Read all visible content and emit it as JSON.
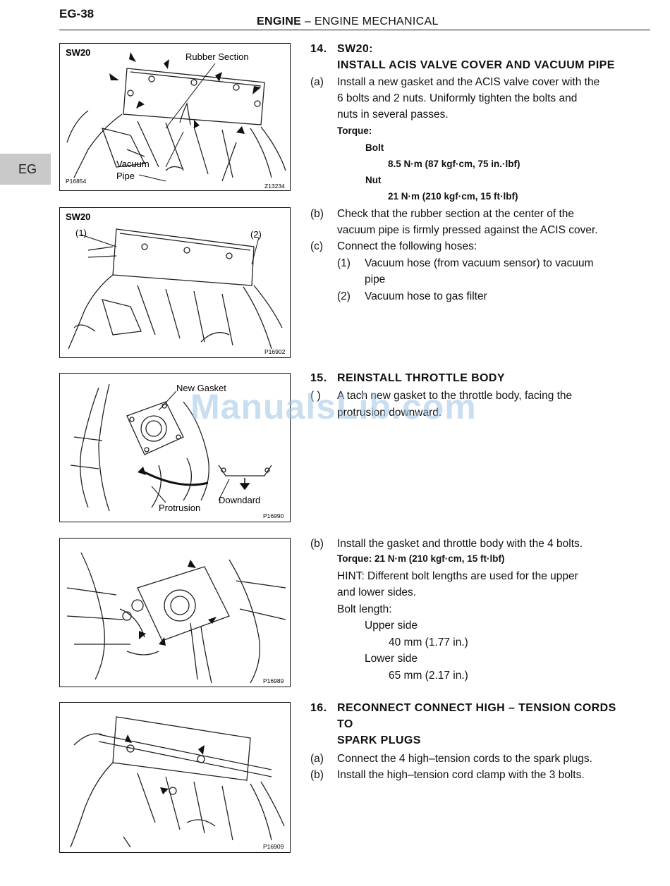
{
  "header": {
    "page_id": "EG-38",
    "title_main": "ENGINE",
    "title_dash": "–",
    "title_sub": "ENGINE MECHANICAL"
  },
  "side_tab": "EG",
  "watermark": "ManualsLib.com",
  "figures": [
    {
      "tag": "SW20",
      "labels": [
        "Rubber Section",
        "Vacuum",
        "Pipe"
      ],
      "code_left": "P16854",
      "code_right": "Z13234"
    },
    {
      "tag": "SW20",
      "labels": [
        "(1)",
        "(2)"
      ],
      "code_right": "P16902"
    },
    {
      "labels": [
        "New Gasket",
        "Protrusion",
        "Downdard"
      ],
      "code_right": "P16990"
    },
    {
      "code_right": "P16989"
    },
    {
      "code_right": "P16909"
    }
  ],
  "section14": {
    "number": "14.",
    "title1": "SW20:",
    "title2": "INSTALL ACIS VALVE COVER AND VACUUM PIPE",
    "a_marker": "(a)",
    "a_line1": "Install a new gasket and the ACIS valve cover with the",
    "a_line2": "6 bolts and 2 nuts. Uniformly tighten the bolts and",
    "a_line3": "nuts in several passes.",
    "torque_label": "Torque:",
    "bolt_label": "Bolt",
    "bolt_value": "8.5 N·m (87 kgf·cm, 75 in.·lbf)",
    "nut_label": "Nut",
    "nut_value": "21 N·m (210 kgf·cm, 15 ft·lbf)",
    "b_marker": "(b)",
    "b_line1": "Check that the rubber section at the center of the",
    "b_line2": "vacuum pipe is firmly pressed against the ACIS cover.",
    "c_marker": "(c)",
    "c_line1": "Connect the following hoses:",
    "c1_marker": "(1)",
    "c1_line1": "Vacuum hose (from vacuum sensor) to vacuum",
    "c1_line2": "pipe",
    "c2_marker": "(2)",
    "c2_line1": "Vacuum hose to gas filter"
  },
  "section15": {
    "number": "15.",
    "title": "REINSTALL THROTTLE BODY",
    "a_marker": "( )",
    "a_line1": "A tach new gasket to the throttle body, facing the",
    "a_line2": "protrusion downward.",
    "b_marker": "(b)",
    "b_line1": "Install the gasket and throttle body with the 4 bolts.",
    "torque": "Torque: 21 N·m (210 kgf·cm, 15 ft·lbf)",
    "hint_line1": "HINT: Different bolt lengths are used for the upper",
    "hint_line2": "and lower sides.",
    "bolt_length": "Bolt length:",
    "upper_label": "Upper side",
    "upper_value": "40 mm (1.77 in.)",
    "lower_label": "Lower side",
    "lower_value": "65 mm (2.17 in.)"
  },
  "section16": {
    "number": "16.",
    "title1": "RECONNECT CONNECT HIGH – TENSION CORDS",
    "title2": "TO",
    "title3": "SPARK PLUGS",
    "a_marker": "(a)",
    "a_line1": "Connect the 4 high–tension cords to the spark plugs.",
    "b_marker": "(b)",
    "b_line1": "Install the high–tension cord clamp with the 3 bolts."
  }
}
